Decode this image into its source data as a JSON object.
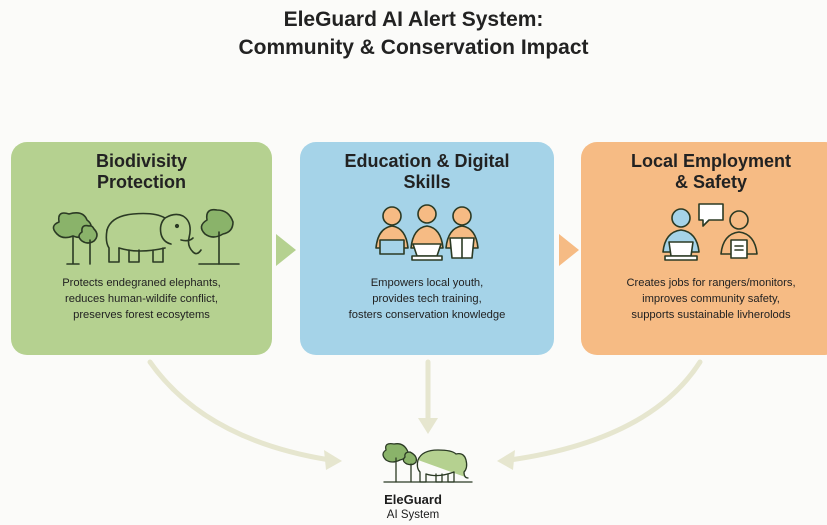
{
  "title": {
    "line1": "EleGuard AI Alert System:",
    "line2": "Community & Conservation Impact"
  },
  "cards": [
    {
      "title_line1": "Biodivisity",
      "title_line2": "Protection",
      "desc": [
        "Protects endegraned elephants,",
        "reduces human-wildife conflict,",
        "preserves forest ecosytems"
      ],
      "color": "#b5d190",
      "icon": "elephant-trees-icon"
    },
    {
      "title_line1": "Education & Digital",
      "title_line2": "Skills",
      "desc": [
        "Empowers local youth,",
        "provides tech training,",
        "fosters conservation knowledge"
      ],
      "color": "#a5d3e8",
      "icon": "students-laptop-icon"
    },
    {
      "title_line1": "Local Employment",
      "title_line2": "& Safety",
      "desc": [
        "Creates jobs for rangers/monitors,",
        "improves community safety,",
        "supports sustainable livherolods"
      ],
      "color": "#f6bb84",
      "icon": "workers-laptop-icon"
    }
  ],
  "center": {
    "title": "EleGuard",
    "subtitle": "AI System",
    "icon": "elephant-trees-icon"
  },
  "colors": {
    "arrow": "#e6e6cf",
    "chevron_green": "#b5d190",
    "chevron_orange": "#f6bb84"
  }
}
